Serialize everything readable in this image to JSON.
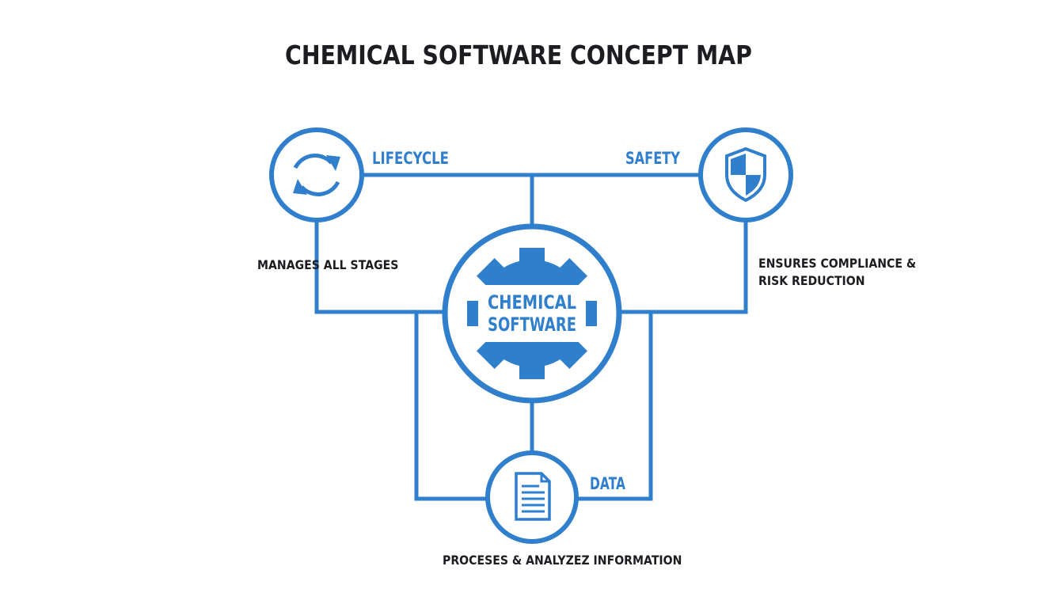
{
  "title": "CHEMICAL SOFTWARE CONCEPT MAP",
  "colors": {
    "accent": "#2f7fcd",
    "text": "#1b1d20",
    "background": "#ffffff"
  },
  "center": {
    "line1": "CHEMICAL",
    "line2": "SOFTWARE",
    "icon": "gear-icon"
  },
  "nodes": {
    "lifecycle": {
      "label": "LIFECYCLE",
      "icon": "refresh-cycle-icon",
      "description": "MANAGES ALL STAGES"
    },
    "safety": {
      "label": "SAFETY",
      "icon": "shield-icon",
      "description_line1": "ENSURES COMPLIANCE &",
      "description_line2": "RISK REDUCTION"
    },
    "data": {
      "label": "DATA",
      "icon": "document-icon",
      "description": "PROCESES & ANALYZEZ INFORMATION"
    }
  }
}
